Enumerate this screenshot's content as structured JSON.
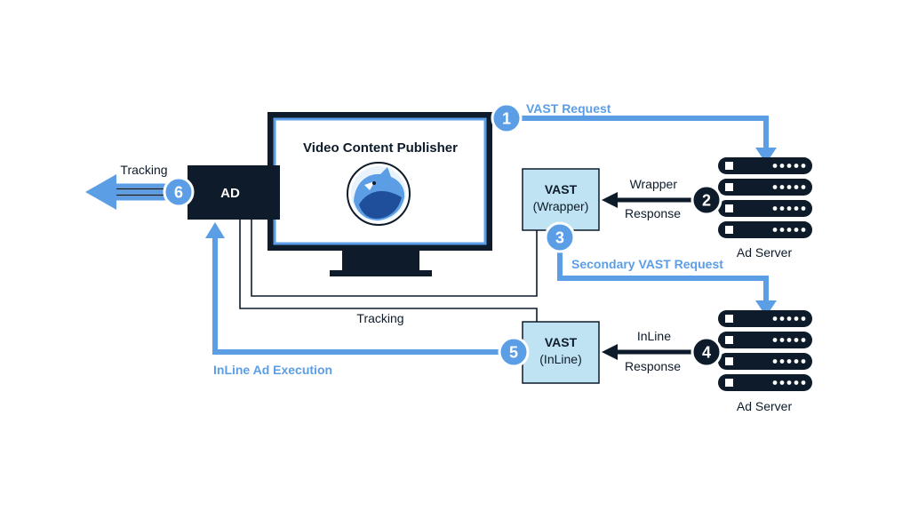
{
  "colors": {
    "navy": "#0d1b2a",
    "blue": "#5b9ee6",
    "light_blue_fill": "#bfe3f2",
    "white": "#ffffff"
  },
  "monitor": {
    "title": "Video Content Publisher",
    "logo_icon": "bear-logo-icon"
  },
  "ad_box": {
    "label": "AD"
  },
  "vast_wrapper": {
    "title": "VAST",
    "subtitle": "(Wrapper)"
  },
  "vast_inline": {
    "title": "VAST",
    "subtitle": "(InLine)"
  },
  "ad_servers": [
    {
      "label": "Ad Server",
      "icon": "server-rack-icon"
    },
    {
      "label": "Ad Server",
      "icon": "server-rack-icon"
    }
  ],
  "steps": {
    "s1": {
      "number": "1",
      "label": "VAST Request"
    },
    "s2": {
      "number": "2",
      "label_top": "Wrapper",
      "label_bottom": "Response"
    },
    "s3": {
      "number": "3",
      "label": "Secondary VAST Request"
    },
    "s4": {
      "number": "4",
      "label_top": "InLine",
      "label_bottom": "Response"
    },
    "s5": {
      "number": "5",
      "label": "InLine Ad Execution"
    },
    "s6": {
      "number": "6",
      "label": "Tracking"
    }
  },
  "tracking_label": "Tracking"
}
